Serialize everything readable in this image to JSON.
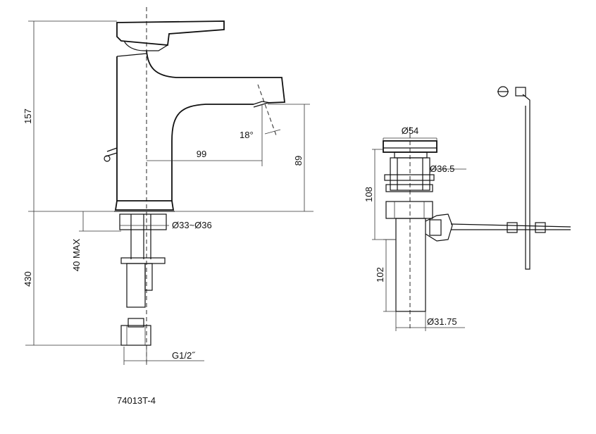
{
  "dimensions": {
    "height_total": "157",
    "spout_reach": "99",
    "spout_angle": "18°",
    "spout_height": "89",
    "mount_hole": "Ø33~Ø36",
    "max_thickness": "40 MAX",
    "below_deck": "430",
    "thread": "G1/2˝",
    "waste_top": "Ø54",
    "waste_body": "Ø36.5",
    "waste_height": "108",
    "tail_length": "102",
    "tail_diameter": "Ø31.75"
  },
  "model": "74013T-4"
}
